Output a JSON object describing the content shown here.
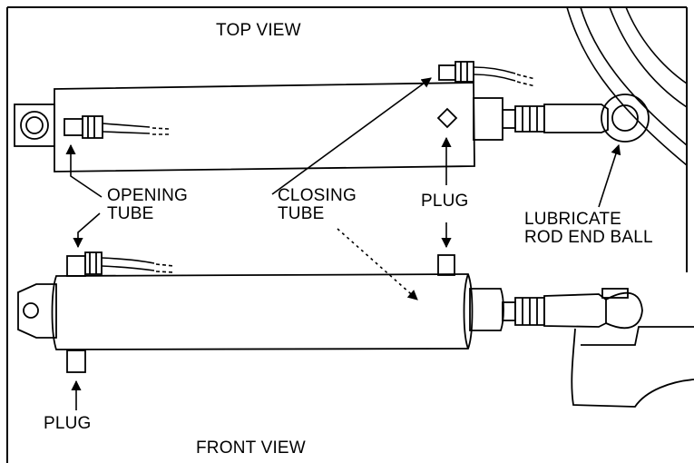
{
  "views": {
    "top": "TOP VIEW",
    "front": "FRONT VIEW"
  },
  "callouts": {
    "opening_tube": [
      "OPENING",
      "TUBE"
    ],
    "closing_tube": [
      "CLOSING",
      "TUBE"
    ],
    "plug_top": "PLUG",
    "plug_bottom": "PLUG",
    "lubricate": [
      "LUBRICATE",
      "ROD END BALL"
    ]
  }
}
